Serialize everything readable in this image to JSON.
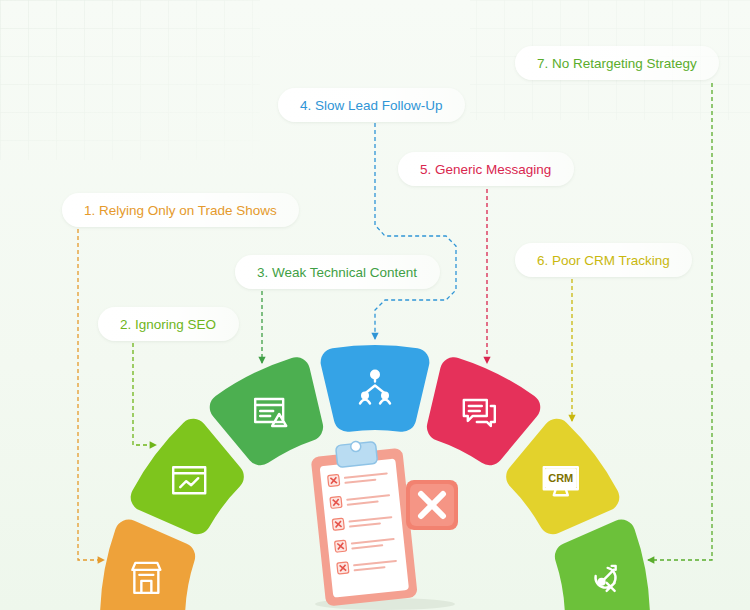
{
  "diagram": {
    "nodes": [
      {
        "text": [
          "1. Relying Only on Trade Shows"
        ]
      },
      {
        "text": [
          "2. Ignoring SEO"
        ]
      },
      {
        "text": [
          "3. Weak Technical Content"
        ]
      },
      {
        "text": [
          "4. Slow Lead Follow-Up"
        ]
      },
      {
        "text": [
          "5. Generic Messaging"
        ]
      },
      {
        "text": [
          "6. Poor CRM Tracking"
        ]
      },
      {
        "text": [
          "7. No Retargeting Strategy"
        ]
      }
    ],
    "labels": [
      "CRM"
    ]
  }
}
